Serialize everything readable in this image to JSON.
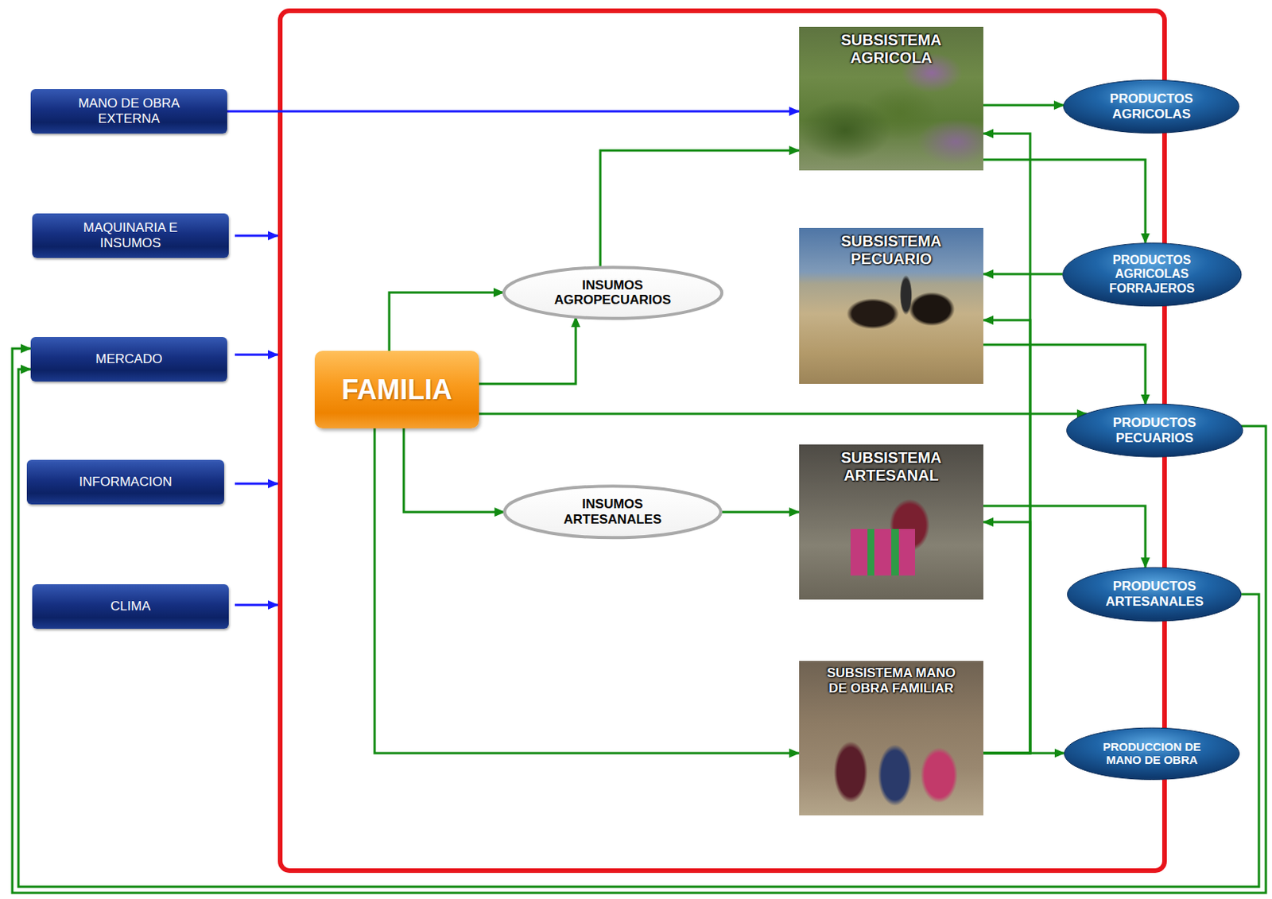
{
  "diagram": {
    "nodes": [
      {
        "text": [
          "MANO DE OBRA EXTERNA"
        ]
      },
      {
        "text": [
          "MAQUINARIA E INSUMOS"
        ]
      },
      {
        "text": [
          "MERCADO"
        ]
      },
      {
        "text": [
          "INFORMACION"
        ]
      },
      {
        "text": [
          "CLIMA"
        ]
      },
      {
        "text": [
          "FAMILIA"
        ]
      },
      {
        "text": [
          "INSUMOS AGROPECUARIOS"
        ]
      },
      {
        "text": [
          "INSUMOS ARTESANALES"
        ]
      },
      {
        "text": [
          "SUBSISTEMA AGRICOLA"
        ]
      },
      {
        "text": [
          "SUBSISTEMA PECUARIO"
        ]
      },
      {
        "text": [
          "SUBSISTEMA ARTESANAL"
        ]
      },
      {
        "text": [
          "SUBSISTEMA MANO DE OBRA FAMILIAR"
        ]
      },
      {
        "text": [
          "PRODUCTOS AGRICOLAS"
        ]
      },
      {
        "text": [
          "PRODUCTOS AGRICOLAS FORRAJEROS"
        ]
      },
      {
        "text": [
          "PRODUCTOS PECUARIOS"
        ]
      },
      {
        "text": [
          "PRODUCTOS ARTESANALES"
        ]
      },
      {
        "text": [
          "PRODUCCION DE MANO DE OBRA"
        ]
      }
    ],
    "edges": [
      {
        "from": 0,
        "to": 8,
        "arrow": "to"
      },
      {
        "from": 5,
        "to": 6,
        "arrow": "to"
      },
      {
        "from": 5,
        "to": 6,
        "arrow": "to"
      },
      {
        "from": 6,
        "to": 8,
        "arrow": "to"
      },
      {
        "from": 5,
        "to": 14,
        "arrow": "to"
      },
      {
        "from": 5,
        "to": 7,
        "arrow": "to"
      },
      {
        "from": 5,
        "to": 11,
        "arrow": "to"
      },
      {
        "from": 7,
        "to": 10,
        "arrow": "to"
      },
      {
        "from": 8,
        "to": 12,
        "arrow": "to"
      },
      {
        "from": 8,
        "to": 13,
        "arrow": "to"
      },
      {
        "from": 13,
        "to": 9,
        "arrow": "to"
      },
      {
        "from": 9,
        "to": 14,
        "arrow": "to"
      },
      {
        "from": 10,
        "to": 15,
        "arrow": "to"
      },
      {
        "from": 11,
        "to": 16,
        "arrow": "to"
      },
      {
        "from": 11,
        "to": 8,
        "arrow": "to"
      },
      {
        "from": 11,
        "to": 9,
        "arrow": "to"
      },
      {
        "from": 11,
        "to": 10,
        "arrow": "to"
      },
      {
        "from": 14,
        "to": 2,
        "arrow": "to"
      },
      {
        "from": 15,
        "to": 2,
        "arrow": "to"
      }
    ]
  }
}
